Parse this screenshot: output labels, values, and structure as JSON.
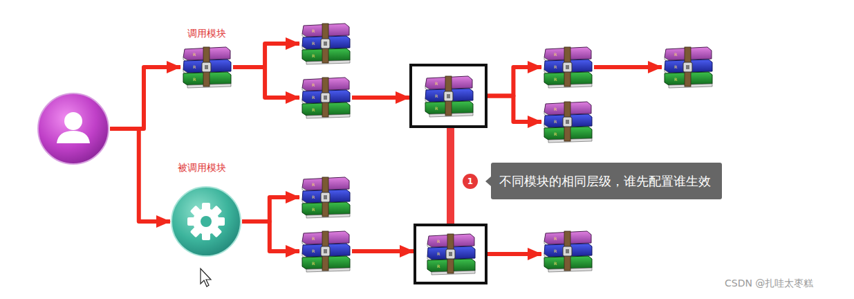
{
  "diagram": {
    "nodes": [
      {
        "text": []
      },
      {
        "text": [
          "调用模块"
        ]
      },
      {
        "text": [
          "被调用模块"
        ]
      },
      {
        "text": []
      },
      {
        "text": []
      },
      {
        "text": []
      },
      {
        "text": []
      },
      {
        "text": []
      },
      {
        "text": []
      },
      {
        "text": []
      },
      {
        "text": []
      },
      {
        "text": []
      },
      {
        "text": []
      },
      {
        "text": [
          "不同模块的相同层级，谁先配置谁生效"
        ]
      }
    ],
    "edges": [
      {
        "from": 0,
        "to": 1,
        "arrow": "to"
      },
      {
        "from": 0,
        "to": 2,
        "arrow": "to"
      },
      {
        "from": 1,
        "to": 3,
        "arrow": "to"
      },
      {
        "from": 1,
        "to": 4,
        "arrow": "to"
      },
      {
        "from": 4,
        "to": 5,
        "arrow": "to"
      },
      {
        "from": 5,
        "to": 6,
        "arrow": "to"
      },
      {
        "from": 5,
        "to": 7,
        "arrow": "to"
      },
      {
        "from": 6,
        "to": 8,
        "arrow": "to"
      },
      {
        "from": 2,
        "to": 9,
        "arrow": "to"
      },
      {
        "from": 2,
        "to": 10,
        "arrow": "to"
      },
      {
        "from": 10,
        "to": 11,
        "arrow": "to"
      },
      {
        "from": 11,
        "to": 12,
        "arrow": "to"
      },
      {
        "from": 5,
        "to": 11,
        "arrow": "none"
      }
    ],
    "labels": [
      "1",
      "CSDN @扎哇太枣糕"
    ]
  }
}
